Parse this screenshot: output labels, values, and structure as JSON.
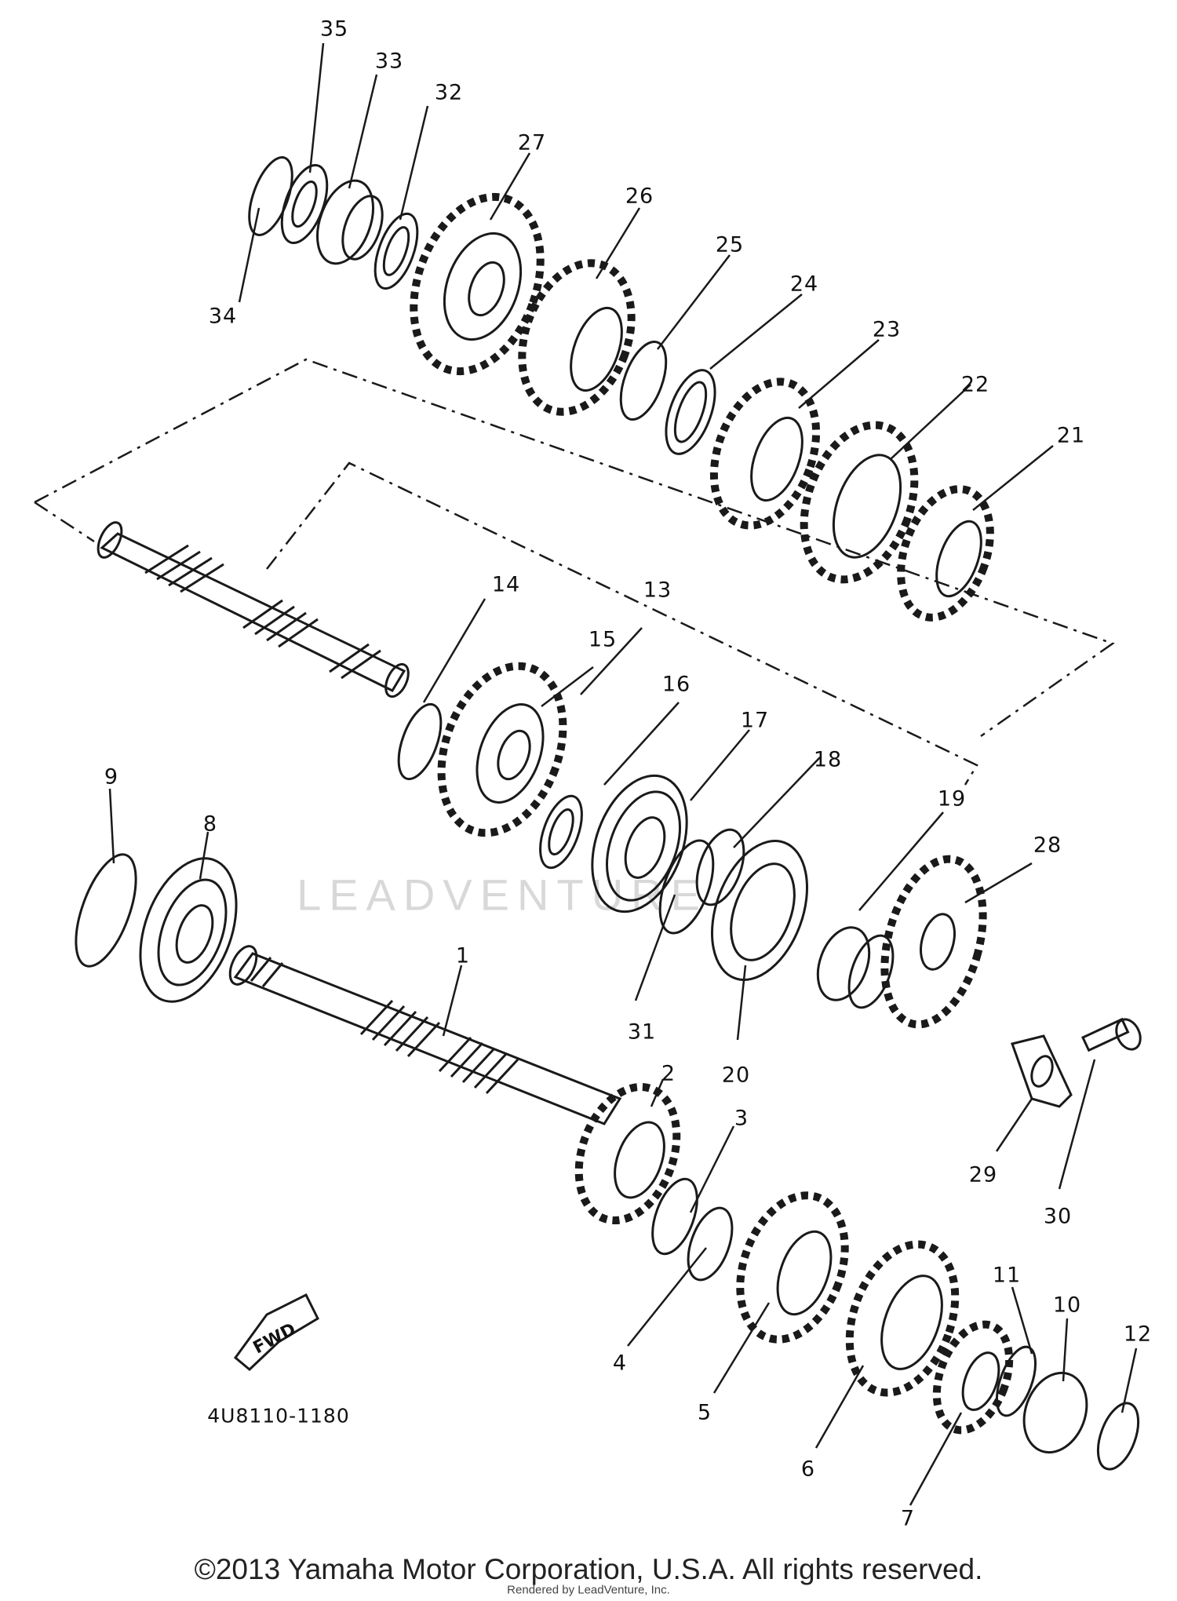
{
  "diagram": {
    "reference_code": "4U8110-1180",
    "fwd_label": "FWD",
    "watermark": "LEADVENTURE",
    "copyright": "©2013 Yamaha Motor Corporation, U.S.A. All rights reserved.",
    "rendered_by": "Rendered by LeadVenture, Inc.",
    "callouts": [
      "1",
      "2",
      "3",
      "4",
      "5",
      "6",
      "7",
      "8",
      "9",
      "10",
      "11",
      "12",
      "13",
      "14",
      "15",
      "16",
      "17",
      "18",
      "19",
      "20",
      "21",
      "22",
      "23",
      "24",
      "25",
      "26",
      "27",
      "28",
      "29",
      "30",
      "31",
      "32",
      "33",
      "34",
      "35"
    ]
  }
}
